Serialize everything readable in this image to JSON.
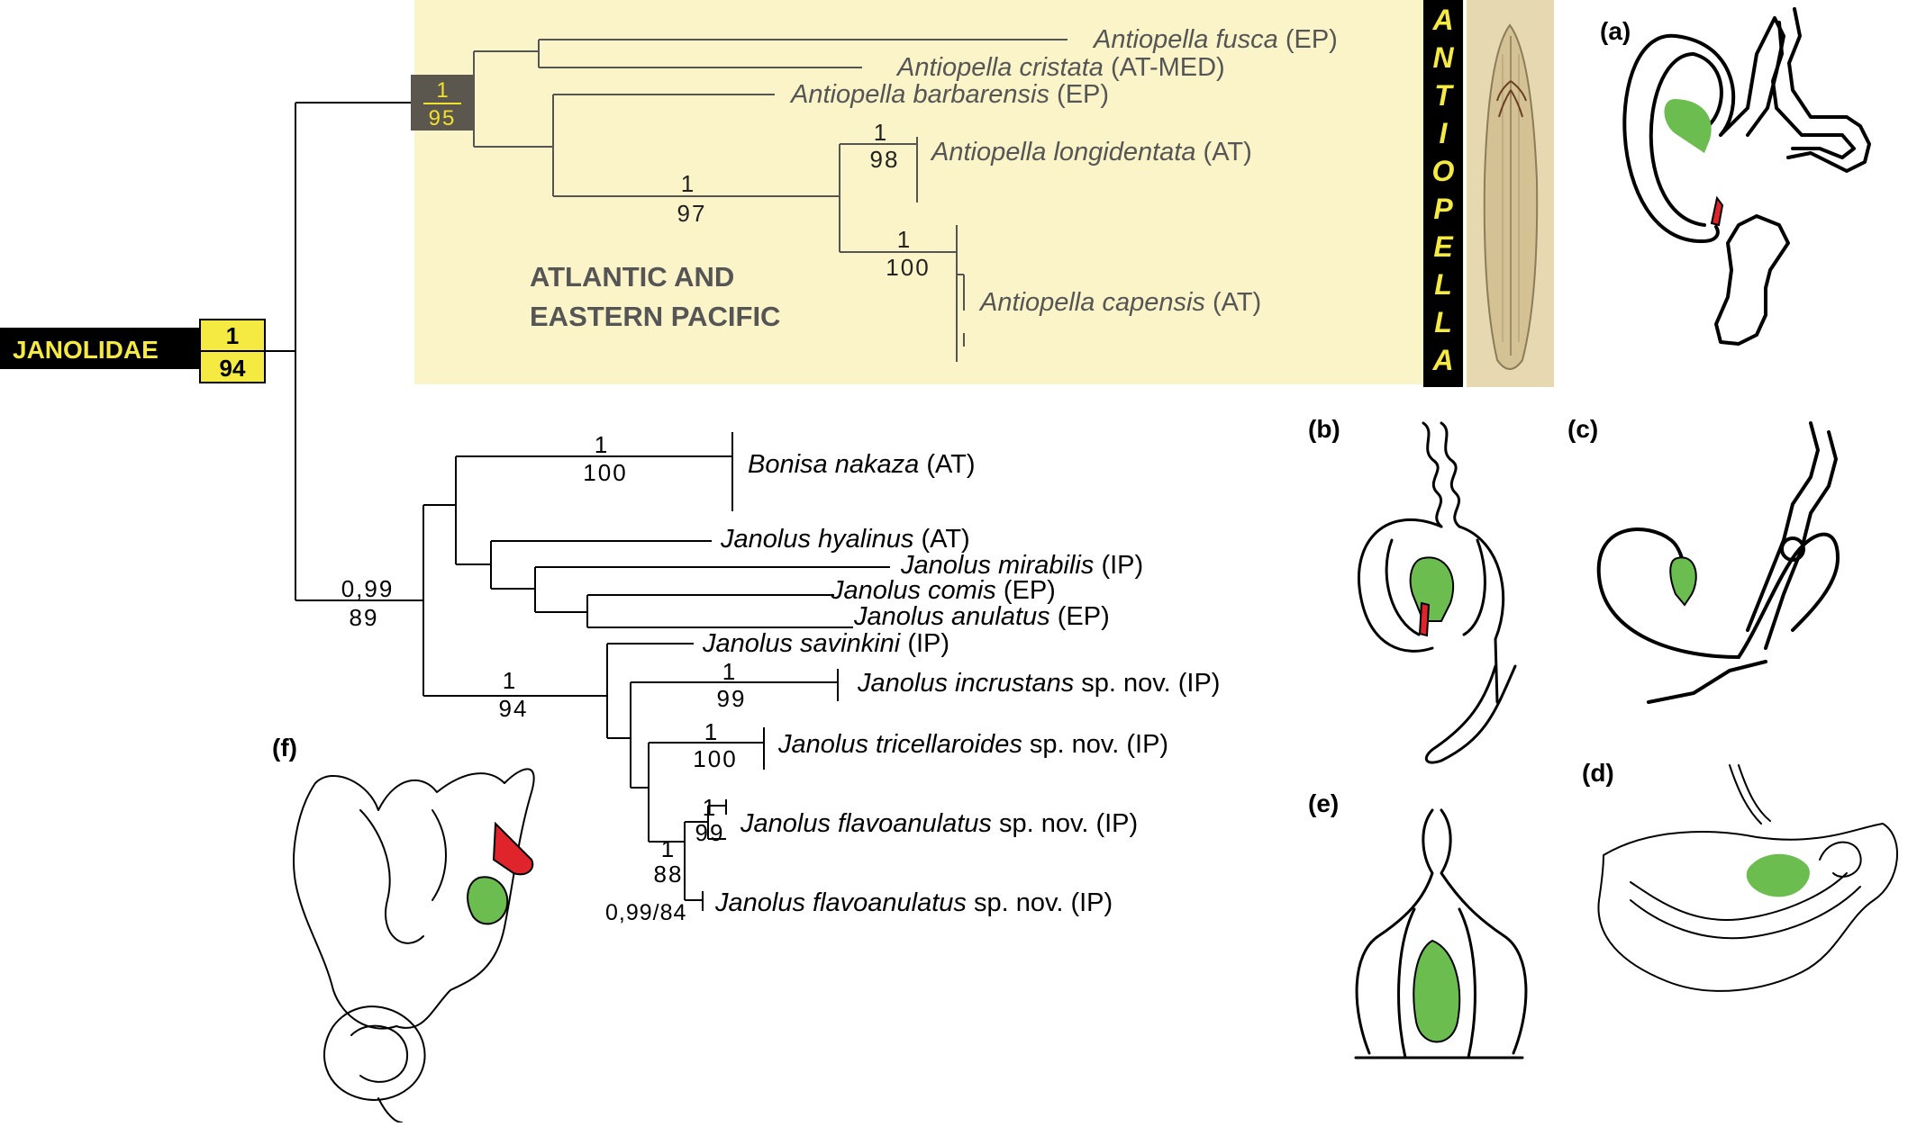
{
  "root_label": "JANOLIDAE",
  "root_support": {
    "pp": "1",
    "bs": "94"
  },
  "clade_box": {
    "title_line1": "ATLANTIC AND",
    "title_line2": "EASTERN PACIFIC",
    "genus_letters": [
      "A",
      "N",
      "T",
      "I",
      "O",
      "P",
      "E",
      "L",
      "L",
      "A"
    ],
    "support": {
      "pp": "1",
      "bs": "95"
    },
    "highlight_color": "#fbf4c8",
    "dark_box_color": "#5b574f",
    "support_text_color": "#f2e12a"
  },
  "antiopella_taxa": [
    {
      "genus": "Antiopella",
      "species": "fusca",
      "suffix": "",
      "region": "(EP)"
    },
    {
      "genus": "Antiopella",
      "species": "cristata",
      "suffix": "",
      "region": "(AT-MED)"
    },
    {
      "genus": "Antiopella",
      "species": "barbarensis",
      "suffix": "",
      "region": "(EP)"
    },
    {
      "genus": "Antiopella",
      "species": "longidentata",
      "suffix": "",
      "region": "(AT)"
    },
    {
      "genus": "Antiopella",
      "species": "capensis",
      "suffix": "",
      "region": "(AT)"
    }
  ],
  "janolus_taxa": [
    {
      "genus": "Bonisa",
      "species": "nakaza",
      "suffix": "",
      "region": "(AT)"
    },
    {
      "genus": "Janolus",
      "species": "hyalinus",
      "suffix": "",
      "region": "(AT)"
    },
    {
      "genus": "Janolus",
      "species": "mirabilis",
      "suffix": "",
      "region": "(IP)"
    },
    {
      "genus": "Janolus",
      "species": "comis",
      "suffix": "",
      "region": "(EP)"
    },
    {
      "genus": "Janolus",
      "species": "anulatus",
      "suffix": "",
      "region": "(EP)"
    },
    {
      "genus": "Janolus",
      "species": "savinkini",
      "suffix": "",
      "region": "(IP)"
    },
    {
      "genus": "Janolus",
      "species": "incrustans",
      "suffix": " sp. nov. ",
      "region": "(IP)"
    },
    {
      "genus": "Janolus",
      "species": "tricellaroides",
      "suffix": " sp. nov. ",
      "region": "(IP)"
    },
    {
      "genus": "Janolus",
      "species": "flavoanulatus",
      "suffix": " sp. nov. ",
      "region": "(IP)"
    },
    {
      "genus": "Janolus",
      "species": "flavoanulatus",
      "suffix": " sp. nov. ",
      "region": "(IP)"
    }
  ],
  "node_supports": [
    {
      "pp": "1",
      "bs": "98"
    },
    {
      "pp": "1",
      "bs": "97"
    },
    {
      "pp": "1",
      "bs": "100"
    },
    {
      "pp": "1",
      "bs": "100"
    },
    {
      "pp": "0,99",
      "bs": "89"
    },
    {
      "pp": "1",
      "bs": "94"
    },
    {
      "pp": "1",
      "bs": "99"
    },
    {
      "pp": "1",
      "bs": "100"
    },
    {
      "pp": "1",
      "bs": "99"
    },
    {
      "pp": "1",
      "bs": "88"
    }
  ],
  "inline_support": "0,99/84",
  "panel_labels": [
    "(a)",
    "(b)",
    "(c)",
    "(d)",
    "(e)",
    "(f)"
  ],
  "colors": {
    "gland_green": "#6cbd4f",
    "duct_red": "#e0242c",
    "label_yellow": "#f5ea42",
    "root_black": "#000000"
  }
}
